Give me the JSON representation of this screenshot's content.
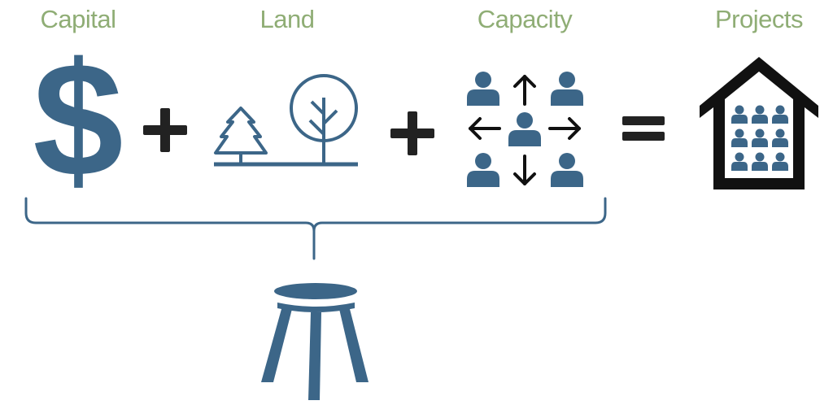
{
  "labels": {
    "capital": "Capital",
    "land": "Land",
    "capacity": "Capacity",
    "projects": "Projects"
  },
  "symbols": {
    "plus_1": "+",
    "plus_2": "+",
    "equals": "="
  },
  "icons": {
    "capital": "dollar-sign-icon",
    "land": "trees-landscape-icon",
    "capacity": "people-network-icon",
    "projects": "housing-people-icon",
    "foundation": "three-legged-stool-icon"
  },
  "colors": {
    "label_green": "#8fad75",
    "icon_blue": "#3c6688",
    "operator_dark": "#222222",
    "brace": "#3c6688"
  }
}
